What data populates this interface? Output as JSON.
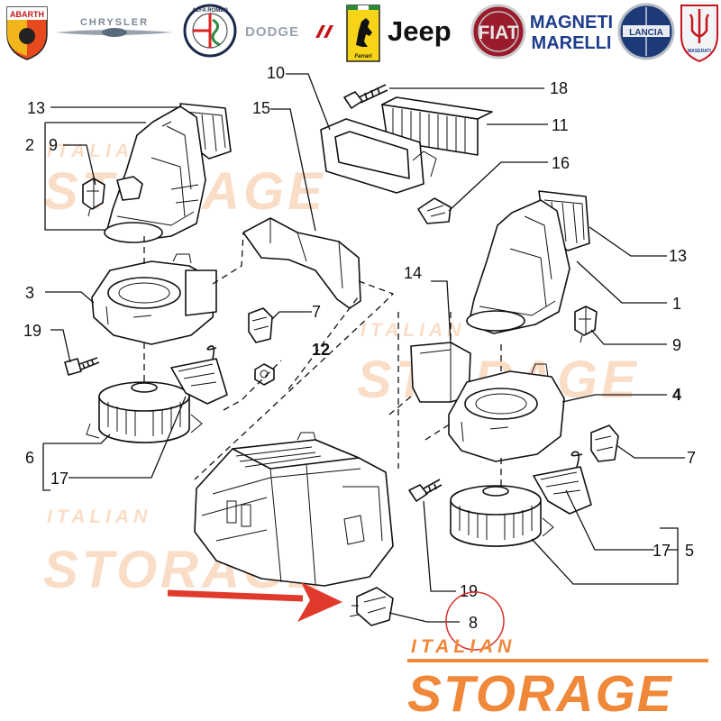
{
  "brands": {
    "items": [
      {
        "label": "ABARTH",
        "id": "abarth"
      },
      {
        "label": "CHRYSLER",
        "id": "chrysler"
      },
      {
        "label": "ALFA ROMEO",
        "id": "alfa"
      },
      {
        "label": "DODGE",
        "id": "dodge"
      },
      {
        "label": "Ferrari",
        "id": "ferrari"
      },
      {
        "label": "Jeep",
        "id": "jeep"
      },
      {
        "label": "FIAT",
        "id": "fiat"
      },
      {
        "label": "MAGNETI",
        "id": "magneti1"
      },
      {
        "label": "MARELLI",
        "id": "magneti2"
      },
      {
        "label": "LANCIA",
        "id": "lancia"
      },
      {
        "label": "MASERATI",
        "id": "maserati"
      }
    ]
  },
  "callouts": {
    "c13a": "13",
    "c29": "2",
    "c9a": "9",
    "c3": "3",
    "c19a": "19",
    "c6": "6",
    "c17a": "17",
    "c15": "15",
    "c10": "10",
    "c18": "18",
    "c11": "11",
    "c16": "16",
    "c7a": "7",
    "c12": "12",
    "c14": "14",
    "c13b": "13",
    "c1": "1",
    "c9b": "9",
    "c4": "4",
    "c7b": "7",
    "c17b": "17",
    "c5": "5",
    "c19b": "19",
    "c8": "8"
  },
  "watermark": {
    "word1": "ITALIAN",
    "word2": "STORAGE"
  },
  "highlight": {
    "part_number": "8",
    "color": "#d9302a",
    "watermark_color": "#f0883a"
  }
}
